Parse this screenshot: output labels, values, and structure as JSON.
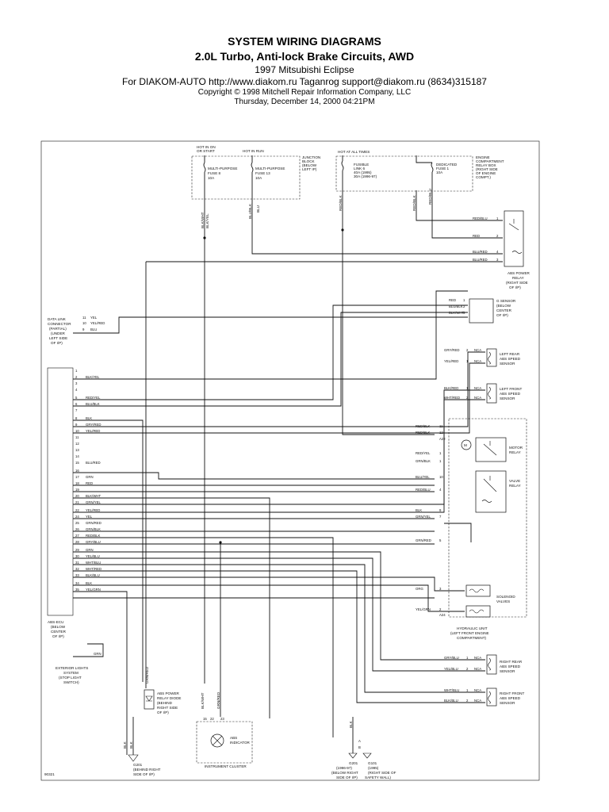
{
  "header": {
    "title": "SYSTEM WIRING DIAGRAMS",
    "subtitle": "2.0L Turbo, Anti-lock Brake Circuits, AWD",
    "vehicle": "1997 Mitsubishi Eclipse",
    "source": "For DIAKOM-AUTO http://www.diakom.ru Taganrog support@diakom.ru (8634)315187",
    "copyright": "Copyright © 1998 Mitchell Repair Information Company, LLC",
    "datetime": "Thursday, December 14, 2000  04:21PM"
  },
  "diagram": {
    "id": "90321",
    "power": {
      "hot_on": [
        "HOT IN ON",
        "OR START"
      ],
      "hot_run": "HOT IN RUN",
      "hot_all": "HOT AT ALL TIMES",
      "fuse8": [
        "MULTI-PURPOSE",
        "FUSE 8",
        "10A"
      ],
      "fuse13": [
        "MULTI-PURPOSE",
        "FUSE 13",
        "10A"
      ],
      "junction": [
        "JUNCTION",
        "BLOCK",
        "(BELOW",
        "LEFT IP)"
      ],
      "fusible": [
        "FUSIBLE",
        "LINK 6",
        "40A (1995)",
        "30A (1996-97)"
      ],
      "dedicated": [
        "DEDICATED",
        "FUSE 1",
        "10A"
      ],
      "engine_box": [
        "ENGINE",
        "COMPARTMENT",
        "RELAY BOX",
        "(RIGHT SIDE",
        "OF ENGINE",
        "COMPT.)"
      ]
    },
    "components": {
      "abs_power_relay": [
        "ABS POWER",
        "RELAY",
        "(RIGHT SIDE",
        "OF I/P)"
      ],
      "g_sensor": [
        "G SENSOR",
        "(BELOW",
        "CENTER",
        "OF I/P)"
      ],
      "data_link": [
        "DATA LINK",
        "CONNECTOR",
        "(PARTIAL)",
        "(UNDER",
        "LEFT SIDE",
        "OF I/P)"
      ],
      "left_rear": [
        "LEFT REAR",
        "ABS SPEED",
        "SENSOR"
      ],
      "left_front": [
        "LEFT FRONT",
        "ABS SPEED",
        "SENSOR"
      ],
      "motor_relay": [
        "MOTOR",
        "RELAY"
      ],
      "valve_relay": [
        "VALVE",
        "RELAY"
      ],
      "solenoid": [
        "SOLENOID",
        "VALVES"
      ],
      "hydraulic": [
        "HYDRAULIC UNIT",
        "(LEFT FRONT ENGINE",
        "COMPARTMENT)"
      ],
      "right_rear": [
        "RIGHT REAR",
        "ABS SPEED",
        "SENSOR"
      ],
      "right_front": [
        "RIGHT FRONT",
        "ABS SPEED",
        "SENSOR"
      ],
      "abs_ecu": [
        "ABS-ECU",
        "(BELOW",
        "CENTER",
        "OF I/P)"
      ],
      "ext_lights": [
        "EXTERIOR LIGHTS",
        "SYSTEM",
        "(STOP LIGHT",
        "SWITCH)"
      ],
      "diode": [
        "ABS POWER",
        "RELAY DIODE",
        "(BEHIND",
        "RIGHT SIDE",
        "OF I/P)"
      ],
      "abs_indicator": [
        "ABS",
        "INDICATOR"
      ],
      "cluster": "INSTRUMENT CLUSTER",
      "g201": [
        "G201",
        "(BEHIND RIGHT",
        "SIDE OF I/P)"
      ],
      "g201b": [
        "G201",
        "(1996-97)",
        "(BELOW RIGHT",
        "SIDE OF I/P)"
      ],
      "g101": [
        "G101",
        "(1995)",
        "(RIGHT SIDE OF",
        "SAFETY WALL)"
      ]
    },
    "ecu_pins": [
      {
        "pin": "1",
        "wire": ""
      },
      {
        "pin": "2",
        "wire": "BLK/YEL"
      },
      {
        "pin": "3",
        "wire": ""
      },
      {
        "pin": "4",
        "wire": ""
      },
      {
        "pin": "5",
        "wire": "RED/YEL"
      },
      {
        "pin": "6",
        "wire": "BLU/BLK"
      },
      {
        "pin": "7",
        "wire": ""
      },
      {
        "pin": "8",
        "wire": "BLK"
      },
      {
        "pin": "9",
        "wire": "GRY/RED"
      },
      {
        "pin": "10",
        "wire": "YEL/RED"
      },
      {
        "pin": "11",
        "wire": ""
      },
      {
        "pin": "12",
        "wire": ""
      },
      {
        "pin": "13",
        "wire": ""
      },
      {
        "pin": "14",
        "wire": ""
      },
      {
        "pin": "15",
        "wire": "BLU/RED"
      },
      {
        "pin": "16",
        "wire": ""
      },
      {
        "pin": "17",
        "wire": "GRN"
      },
      {
        "pin": "18",
        "wire": "RED"
      },
      {
        "pin": "19",
        "wire": ""
      },
      {
        "pin": "20",
        "wire": "BLK/WHT"
      },
      {
        "pin": "21",
        "wire": "GRN/YEL"
      },
      {
        "pin": "22",
        "wire": "YEL/RED"
      },
      {
        "pin": "24",
        "wire": "YEL"
      },
      {
        "pin": "25",
        "wire": "GRN/RED"
      },
      {
        "pin": "26",
        "wire": "GRN/BLK"
      },
      {
        "pin": "27",
        "wire": "RED/BLK"
      },
      {
        "pin": "28",
        "wire": "GRY/BLU"
      },
      {
        "pin": "29",
        "wire": "GRN"
      },
      {
        "pin": "30",
        "wire": "YEL/BLU"
      },
      {
        "pin": "31",
        "wire": "WHT/BLU"
      },
      {
        "pin": "32",
        "wire": "WHT/RED"
      },
      {
        "pin": "33",
        "wire": "BLK/BLU"
      },
      {
        "pin": "34",
        "wire": "BLK"
      },
      {
        "pin": "35",
        "wire": "YEL/GRN"
      }
    ],
    "hyd_pins": [
      {
        "pin": "11",
        "wire": "RED/BLK"
      },
      {
        "pin": "12",
        "wire": "RED/BLK"
      },
      {
        "pin": "A22",
        "wire": ""
      },
      {
        "pin": "1",
        "wire": "RED/YEL"
      },
      {
        "pin": "1",
        "wire": "GRN/BLK"
      },
      {
        "pin": "10",
        "wire": "BLU/YEL"
      },
      {
        "pin": "4",
        "wire": "RED/BLU"
      },
      {
        "pin": "9",
        "wire": "BLK"
      },
      {
        "pin": "7",
        "wire": "GRN/YEL"
      },
      {
        "pin": "5",
        "wire": "GRN/RED"
      },
      {
        "pin": "3",
        "wire": "ORG"
      },
      {
        "pin": "2",
        "wire": "YEL/GRN"
      },
      {
        "pin": "A24",
        "wire": ""
      }
    ],
    "relay_wires": [
      {
        "pin": "1",
        "wire": "RED/BLU"
      },
      {
        "pin": "2",
        "wire": "RED"
      },
      {
        "pin": "4",
        "wire": "BLU/RED"
      },
      {
        "pin": "3",
        "wire": "BLU/RED"
      }
    ],
    "gsensor_wires": [
      {
        "pin": "1",
        "wire": "RED"
      },
      {
        "pin": "2",
        "wire": "BLU/BLK"
      },
      {
        "pin": "3",
        "wire": "BLK/WHT"
      }
    ],
    "dlc_wires": [
      {
        "pin": "11",
        "wire": "YEL"
      },
      {
        "pin": "10",
        "wire": "YEL/RED"
      },
      {
        "pin": "9",
        "wire": "BLU"
      }
    ],
    "lr_wires": [
      {
        "wire": "GRY/RED",
        "pin": "2",
        "nca": "NCA"
      },
      {
        "wire": "YEL/RED",
        "pin": "1",
        "nca": "NCA"
      }
    ],
    "lf_wires": [
      {
        "wire": "BLK/RED",
        "pin": "1",
        "nca": "NCA"
      },
      {
        "wire": "WHT/RED",
        "pin": "2",
        "nca": "NCA"
      }
    ],
    "rr_wires": [
      {
        "wire": "GRY/BLU",
        "pin": "1",
        "nca": "NCA"
      },
      {
        "wire": "YEL/BLU",
        "pin": "2",
        "nca": "NCA"
      }
    ],
    "rf_wires": [
      {
        "wire": "WHT/BLU",
        "pin": "1",
        "nca": "NCA"
      },
      {
        "wire": "BLK/BLU",
        "pin": "2",
        "nca": "NCA"
      }
    ],
    "vertical_labels": {
      "f8_out": "BLK/WHT",
      "f8_out2": "BLK/YEL",
      "f13_out": "BLU/BLK",
      "f13_out2": "BLU",
      "fl_out": "RED/BLK",
      "df_out": "RED/BLK",
      "df_out2": "RED/BLU",
      "grn_down": "GRN/RED",
      "bkwt_cl": "BLK/WHT",
      "grnred_cl": "GRN/RED",
      "blk": "BLK",
      "grn": "GRN"
    },
    "cluster_pins": [
      "15",
      "22",
      "23"
    ],
    "ground_pins": [
      "B",
      "A"
    ]
  }
}
